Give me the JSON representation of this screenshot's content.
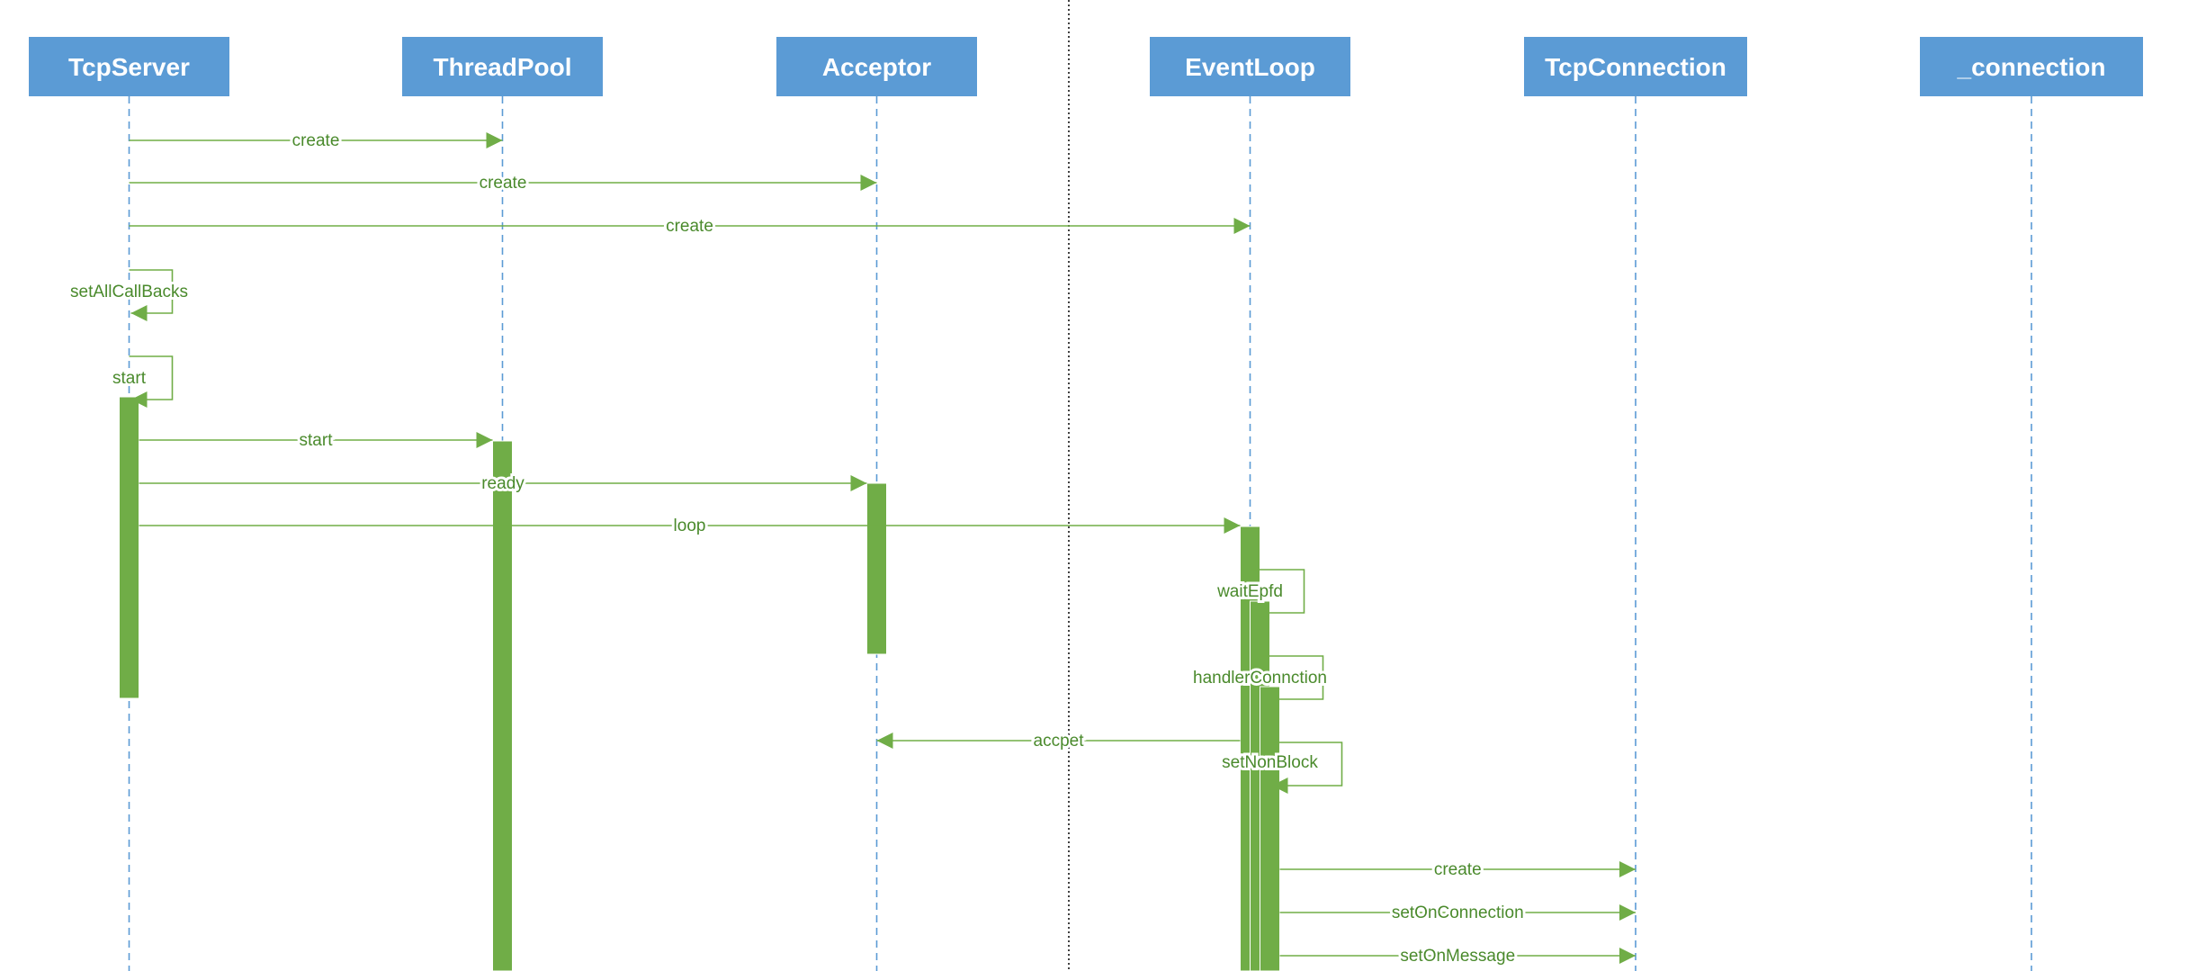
{
  "colors": {
    "header_fill": "#5b9bd5",
    "header_text": "#ffffff",
    "lifeline": "#5b9bd5",
    "message": "#70ad47",
    "activation": "#70ad47",
    "label_text": "#4a8a2c",
    "separator": "#404040"
  },
  "participants": [
    {
      "id": "tcpserver",
      "label": "TcpServer"
    },
    {
      "id": "threadpool",
      "label": "ThreadPool"
    },
    {
      "id": "acceptor",
      "label": "Acceptor"
    },
    {
      "id": "eventloop",
      "label": "EventLoop"
    },
    {
      "id": "tcpconnection",
      "label": "TcpConnection"
    },
    {
      "id": "connection",
      "label": "_connection"
    }
  ],
  "messages": [
    {
      "from": "tcpserver",
      "to": "threadpool",
      "label": "create",
      "kind": "call"
    },
    {
      "from": "tcpserver",
      "to": "acceptor",
      "label": "create",
      "kind": "call"
    },
    {
      "from": "tcpserver",
      "to": "eventloop",
      "label": "create",
      "kind": "call"
    },
    {
      "from": "tcpserver",
      "to": "tcpserver",
      "label": "setAllCallBacks",
      "kind": "self"
    },
    {
      "from": "tcpserver",
      "to": "tcpserver",
      "label": "start",
      "kind": "self"
    },
    {
      "from": "tcpserver",
      "to": "threadpool",
      "label": "start",
      "kind": "call"
    },
    {
      "from": "tcpserver",
      "to": "acceptor",
      "label": "ready",
      "kind": "call"
    },
    {
      "from": "tcpserver",
      "to": "eventloop",
      "label": "loop",
      "kind": "call"
    },
    {
      "from": "eventloop",
      "to": "eventloop",
      "label": "waitEpfd",
      "kind": "self"
    },
    {
      "from": "eventloop",
      "to": "eventloop",
      "label": "handlerConnction",
      "kind": "self"
    },
    {
      "from": "eventloop",
      "to": "acceptor",
      "label": "accpet",
      "kind": "call"
    },
    {
      "from": "eventloop",
      "to": "eventloop",
      "label": "setNonBlock",
      "kind": "self"
    },
    {
      "from": "eventloop",
      "to": "tcpconnection",
      "label": "create",
      "kind": "call"
    },
    {
      "from": "eventloop",
      "to": "tcpconnection",
      "label": "setOnConnection",
      "kind": "call"
    },
    {
      "from": "eventloop",
      "to": "tcpconnection",
      "label": "setOnMessage",
      "kind": "call"
    }
  ]
}
